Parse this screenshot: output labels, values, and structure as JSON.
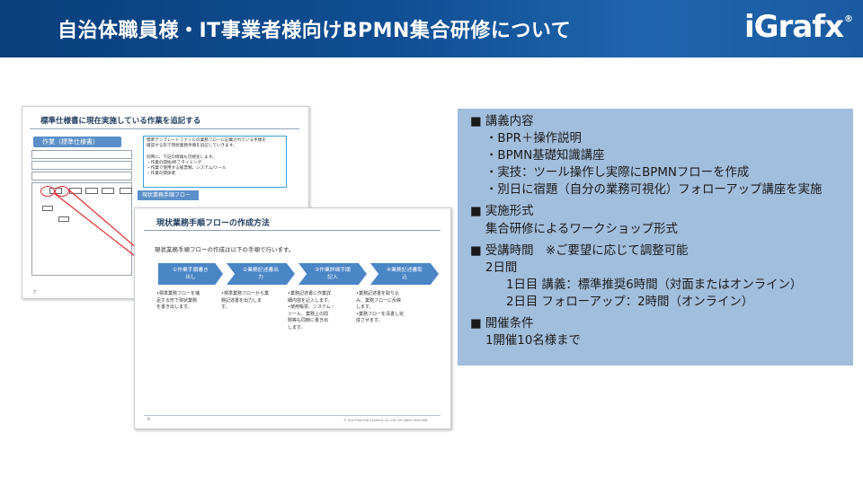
{
  "header": {
    "title": "自治体職員様・IT事業者様向けBPMN集合研修について",
    "logo": "iGrafx",
    "logo_mark": "®"
  },
  "thumb_back": {
    "title": "標準仕様書に現在実施している作業を追記する",
    "tag": "作業（標準仕様書）",
    "note_lines": [
      "標準テンプレートファイルの業務フローに記載されている手順を",
      "確認する形で現状業務手順を追記していきます。",
      "",
      "同時に、下記の情報も可視化します。",
      "・作業の開始/終了タイミング",
      "・作業で使用する帳票類、システム/ツール",
      "・作業の関係者"
    ],
    "flow_tag": "現状業務手順フロー",
    "page": "7"
  },
  "thumb_front": {
    "title": "現状業務手順フローの作成方法",
    "intro": "現状業務手順フローの作成は以下の手順で行います。",
    "steps": [
      {
        "label_1": "①作業手順書き",
        "label_2": "出し"
      },
      {
        "label_1": "②業務記述書出",
        "label_2": "力"
      },
      {
        "label_1": "③作業詳細手順",
        "label_2": "記入"
      },
      {
        "label_1": "④業務記述書取",
        "label_2": "込"
      }
    ],
    "descs": [
      [
        "•標準業務フローを補",
        " 足する形で現状業務",
        " を書き出します。"
      ],
      [
        "•標準業務フローから業",
        " 務記述書を出力しま",
        " す。"
      ],
      [
        "•業務記述書に作業詳",
        " 細内容を記入します。",
        "•使用帳票、システム・",
        " ツール、業務上の問",
        " 題等も同時に書き出",
        " します。"
      ],
      [
        "•業務記述書を取り込",
        " み、業務フローに反映",
        " します。",
        "•業務フローを清書し完",
        " 成させます。"
      ]
    ],
    "page": "8",
    "copyright": "© Eco-Planning Systems Co.,Ltd. All rights reserved."
  },
  "info": {
    "sec1_head": "■ 講義内容",
    "sec1_items": [
      "・BPR＋操作説明",
      "・BPMN基礎知識講座",
      "・実技：ツール操作し実際にBPMNフローを作成",
      "・別日に宿題（自分の業務可視化）フォローアップ講座を実施"
    ],
    "sec2_head": "■ 実施形式",
    "sec2_body": "集合研修によるワークショップ形式",
    "sec3_head": "■ 受講時間　※ご要望に応じて調整可能",
    "sec3_days": "2日間",
    "sec3_day1": "1日目 講義：標準推奨6時間（対面またはオンライン）",
    "sec3_day2": "2日目 フォローアップ：2時間（オンライン）",
    "sec4_head": "■ 開催条件",
    "sec4_body": "1開催10名様まで"
  },
  "colors": {
    "header_dark": "#0a3f7c",
    "header_light": "#1f65ad",
    "info_bg": "#a2bedd",
    "step_blue": "#4a86c6",
    "highlight_red": "#e03030"
  }
}
